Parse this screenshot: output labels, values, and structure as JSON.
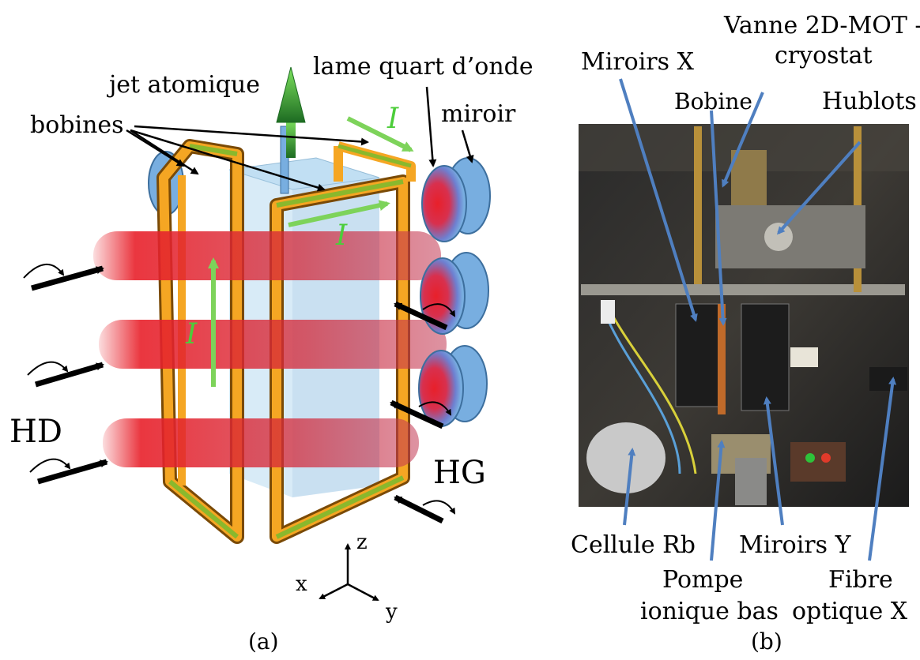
{
  "panel_a": {
    "caption": "(a)",
    "labels": {
      "jet": "jet atomique",
      "lame": "lame quart d’onde",
      "bobines": "bobines",
      "miroir": "miroir",
      "hd": "HD",
      "hg": "HG",
      "current": "I"
    },
    "axes": {
      "x": "x",
      "y": "y",
      "z": "z"
    }
  },
  "panel_b": {
    "caption": "(b)",
    "labels": {
      "vanne_line1": "Vanne 2D-MOT -",
      "vanne_line2": "cryostat",
      "miroirs_x": "Miroirs X",
      "bobine": "Bobine",
      "hublots": "Hublots",
      "cellule": "Cellule Rb",
      "pompe_line1": "Pompe",
      "pompe_line2": "ionique bas",
      "miroirs_y": "Miroirs Y",
      "fibre_line1": "Fibre",
      "fibre_line2": "optique X"
    }
  },
  "colors": {
    "arrow_blue": "#4f7fc0",
    "current_green": "#7dd35a",
    "coil_orange": "#f5a623",
    "coil_green": "#8ab82d",
    "beam_red": "#e8202a",
    "mirror_blue": "#78aee0"
  }
}
